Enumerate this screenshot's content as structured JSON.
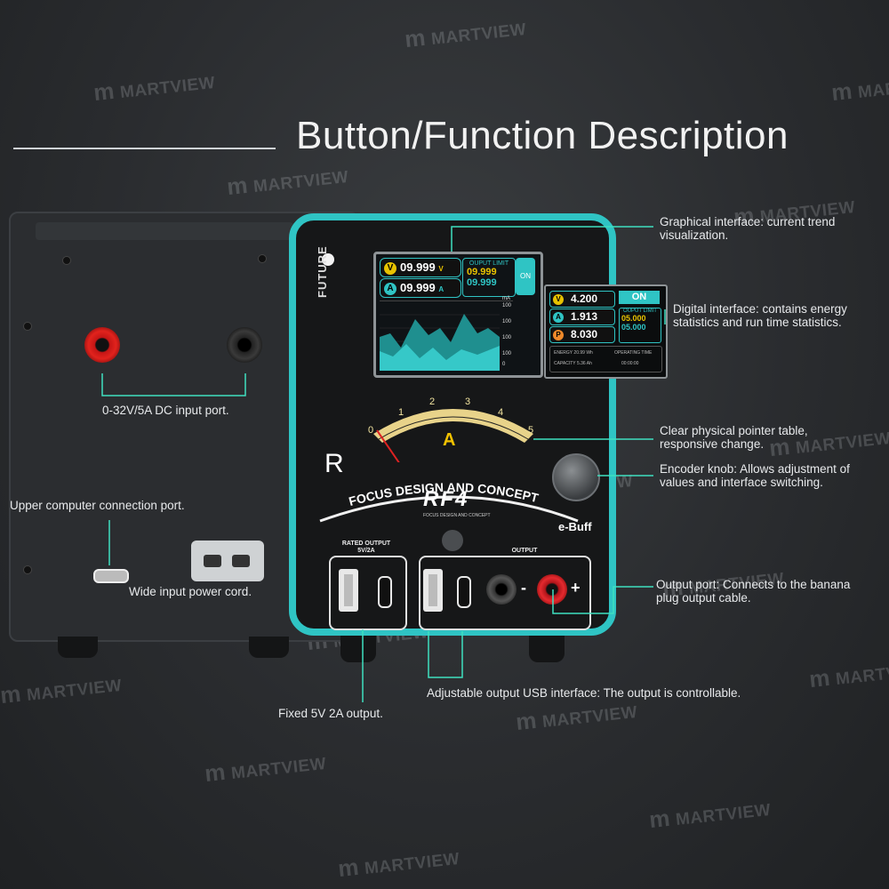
{
  "title": "Button/Function Description",
  "watermark": "MARTVIEW",
  "device": {
    "model": "RF4",
    "model_sub": "FOCUS DESIGN AND CONCEPT",
    "arc_text": "FOCUS DESIGN AND CONCEPT",
    "side_text": "FUTURE",
    "brand_letter": "R",
    "series": "e-Buff",
    "gauge_unit": "A",
    "gauge_ticks": [
      "0",
      "1",
      "2",
      "3",
      "4",
      "5"
    ],
    "rated_output_label": "RATED OUTPUT\n5V/2A",
    "output_label": "OUTPUT",
    "minus": "-",
    "plus": "+"
  },
  "screen": {
    "voltage": "09.999",
    "voltage_unit": "V",
    "current": "09.999",
    "current_unit": "A",
    "limit_title": "OUPUT LIMIT",
    "limit_v": "09.999",
    "limit_a": "09.999",
    "on_label": "ON",
    "graph_unit": "mA",
    "graph_ticks": [
      "100",
      "100",
      "100",
      "100",
      "0"
    ]
  },
  "digital": {
    "voltage": "4.200",
    "current": "1.913",
    "power": "8.030",
    "on_label": "ON",
    "limit_title": "OUPUT LIMIT",
    "limit_v": "05.000",
    "limit_a": "05.000",
    "energy_label": "ENERGY",
    "energy_value": "20.99",
    "energy_unit": "Wh",
    "capacity_label": "CAPACITY",
    "capacity_value": "5.36",
    "capacity_unit": "Ah",
    "operating_label": "OPERATING TIME",
    "operating_value": "00:00:00"
  },
  "callouts": {
    "graphical": "Graphical interface: current trend\nvisualization.",
    "digital": "Digital interface: contains energy\nstatistics and run time statistics.",
    "pointer": "Clear physical pointer table,\nresponsive change.",
    "encoder": "Encoder knob: Allows adjustment of\nvalues and interface switching.",
    "output_port": "Output port: Connects to the banana\nplug output cable.",
    "dc_input": "0-32V/5A DC input port.",
    "upper_computer": "Upper computer connection port.",
    "power_cord": "Wide input power cord.",
    "usb_adjustable": "Adjustable output USB interface: The output is controllable.",
    "fixed_5v": "Fixed 5V 2A output."
  },
  "colors": {
    "accent": "#2fc4c4",
    "leader": "#3fe0c0",
    "background": "#2a2c2f",
    "yellow": "#e8c200",
    "red": "#e2231d"
  }
}
